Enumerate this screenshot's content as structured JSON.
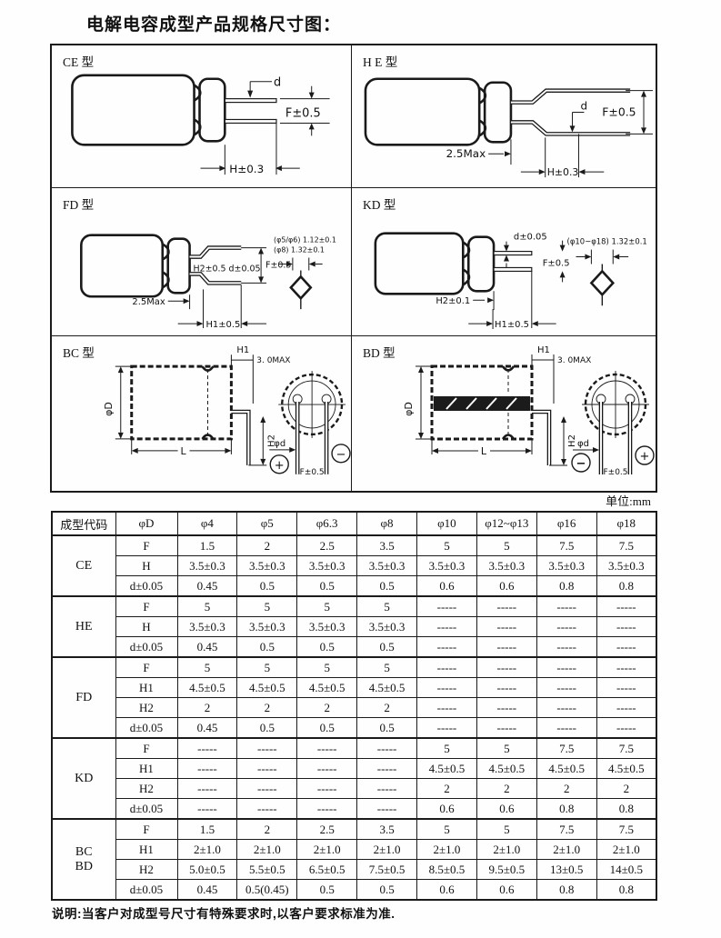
{
  "title": "电解电容成型产品规格尺寸图：",
  "note": "说明:当客户对成型号尺寸有特殊要求时,以客户要求标准为准.",
  "diagrams": {
    "ce": {
      "label": "CE 型",
      "d": "d",
      "f": "F±0.5",
      "h": "H±0.3"
    },
    "he": {
      "label": "H E 型",
      "f": "F±0.5",
      "d": "d",
      "max": "2.5Max",
      "h": "H±0.3"
    },
    "fd": {
      "label": "FD 型",
      "h2d": "H2±0.5 d±0.05",
      "f": "F±0.5",
      "max": "2.5Max",
      "h1": "H1±0.5",
      "note1": "(φ5/φ6) 1.12±0.1",
      "note2": "(φ8) 1.32±0.1"
    },
    "kd": {
      "label": "KD 型",
      "d": "d±0.05",
      "f": "F±0.5",
      "h2": "H2±0.1",
      "h1": "H1±0.5",
      "note1": "(φ10~φ18) 1.32±0.1"
    },
    "bc": {
      "label": "BC 型",
      "h1": "H1",
      "max": "3. 0MAX",
      "dia": "φD",
      "h2": "H2",
      "l": "L",
      "phid": "φd",
      "f": "F±0.5",
      "pol_left": "+",
      "pol_right": "−"
    },
    "bd": {
      "label": "BD 型",
      "h1": "H1",
      "max": "3. 0MAX",
      "dia": "φD",
      "h2": "H2",
      "l": "L",
      "phid": "φd",
      "f": "F±0.5",
      "pol_left": "−",
      "pol_right": "+"
    }
  },
  "table": {
    "unit_label": "单位:mm",
    "header": [
      "成型代码",
      "φD",
      "φ4",
      "φ5",
      "φ6.3",
      "φ8",
      "φ10",
      "φ12~φ13",
      "φ16",
      "φ18"
    ],
    "groups": [
      {
        "code_lines": [
          "CE"
        ],
        "rows": [
          {
            "param": "F",
            "values": [
              "1.5",
              "2",
              "2.5",
              "3.5",
              "5",
              "5",
              "7.5",
              "7.5"
            ]
          },
          {
            "param": "H",
            "values": [
              "3.5±0.3",
              "3.5±0.3",
              "3.5±0.3",
              "3.5±0.3",
              "3.5±0.3",
              "3.5±0.3",
              "3.5±0.3",
              "3.5±0.3"
            ]
          },
          {
            "param": "d±0.05",
            "values": [
              "0.45",
              "0.5",
              "0.5",
              "0.5",
              "0.6",
              "0.6",
              "0.8",
              "0.8"
            ]
          }
        ]
      },
      {
        "code_lines": [
          "HE"
        ],
        "rows": [
          {
            "param": "F",
            "values": [
              "5",
              "5",
              "5",
              "5",
              "-----",
              "-----",
              "-----",
              "-----"
            ]
          },
          {
            "param": "H",
            "values": [
              "3.5±0.3",
              "3.5±0.3",
              "3.5±0.3",
              "3.5±0.3",
              "-----",
              "-----",
              "-----",
              "-----"
            ]
          },
          {
            "param": "d±0.05",
            "values": [
              "0.45",
              "0.5",
              "0.5",
              "0.5",
              "-----",
              "-----",
              "-----",
              "-----"
            ]
          }
        ]
      },
      {
        "code_lines": [
          "FD"
        ],
        "rows": [
          {
            "param": "F",
            "values": [
              "5",
              "5",
              "5",
              "5",
              "-----",
              "-----",
              "-----",
              "-----"
            ]
          },
          {
            "param": "H1",
            "values": [
              "4.5±0.5",
              "4.5±0.5",
              "4.5±0.5",
              "4.5±0.5",
              "-----",
              "-----",
              "-----",
              "-----"
            ]
          },
          {
            "param": "H2",
            "values": [
              "2",
              "2",
              "2",
              "2",
              "-----",
              "-----",
              "-----",
              "-----"
            ]
          },
          {
            "param": "d±0.05",
            "values": [
              "0.45",
              "0.5",
              "0.5",
              "0.5",
              "-----",
              "-----",
              "-----",
              "-----"
            ]
          }
        ]
      },
      {
        "code_lines": [
          "KD"
        ],
        "rows": [
          {
            "param": "F",
            "values": [
              "-----",
              "-----",
              "-----",
              "-----",
              "5",
              "5",
              "7.5",
              "7.5"
            ]
          },
          {
            "param": "H1",
            "values": [
              "-----",
              "-----",
              "-----",
              "-----",
              "4.5±0.5",
              "4.5±0.5",
              "4.5±0.5",
              "4.5±0.5"
            ]
          },
          {
            "param": "H2",
            "values": [
              "-----",
              "-----",
              "-----",
              "-----",
              "2",
              "2",
              "2",
              "2"
            ]
          },
          {
            "param": "d±0.05",
            "values": [
              "-----",
              "-----",
              "-----",
              "-----",
              "0.6",
              "0.6",
              "0.8",
              "0.8"
            ]
          }
        ]
      },
      {
        "code_lines": [
          "BC",
          "BD"
        ],
        "rows": [
          {
            "param": "F",
            "values": [
              "1.5",
              "2",
              "2.5",
              "3.5",
              "5",
              "5",
              "7.5",
              "7.5"
            ]
          },
          {
            "param": "H1",
            "values": [
              "2±1.0",
              "2±1.0",
              "2±1.0",
              "2±1.0",
              "2±1.0",
              "2±1.0",
              "2±1.0",
              "2±1.0"
            ]
          },
          {
            "param": "H2",
            "values": [
              "5.0±0.5",
              "5.5±0.5",
              "6.5±0.5",
              "7.5±0.5",
              "8.5±0.5",
              "9.5±0.5",
              "13±0.5",
              "14±0.5"
            ]
          },
          {
            "param": "d±0.05",
            "values": [
              "0.45",
              "0.5(0.45)",
              "0.5",
              "0.5",
              "0.6",
              "0.6",
              "0.8",
              "0.8"
            ]
          }
        ]
      }
    ]
  }
}
